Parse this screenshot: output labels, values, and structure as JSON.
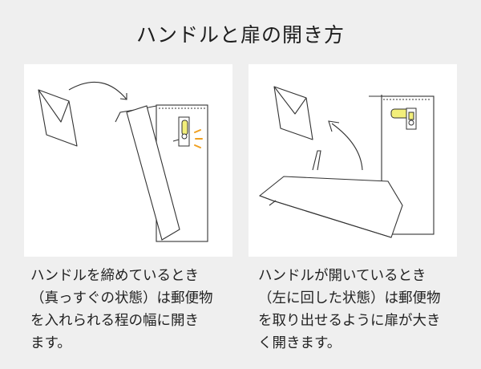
{
  "title": "ハンドルと扉の開き方",
  "colors": {
    "background": "#efefef",
    "panel": "#ffffff",
    "line": "#333333",
    "handle_highlight": "#f2ee7a",
    "motion_accent": "#f0a020"
  },
  "panels": [
    {
      "state": "closed",
      "caption_lines": [
        "ハンドルを締めているとき",
        "（真っすぐの状態）は郵便物",
        "を入れられる程の幅に開き",
        "ます。"
      ]
    },
    {
      "state": "open",
      "caption_lines": [
        "ハンドルが開いているとき",
        "（左に回した状態）は郵便物",
        "を取り出せるように扉が大き",
        "く開きます。"
      ]
    }
  ]
}
